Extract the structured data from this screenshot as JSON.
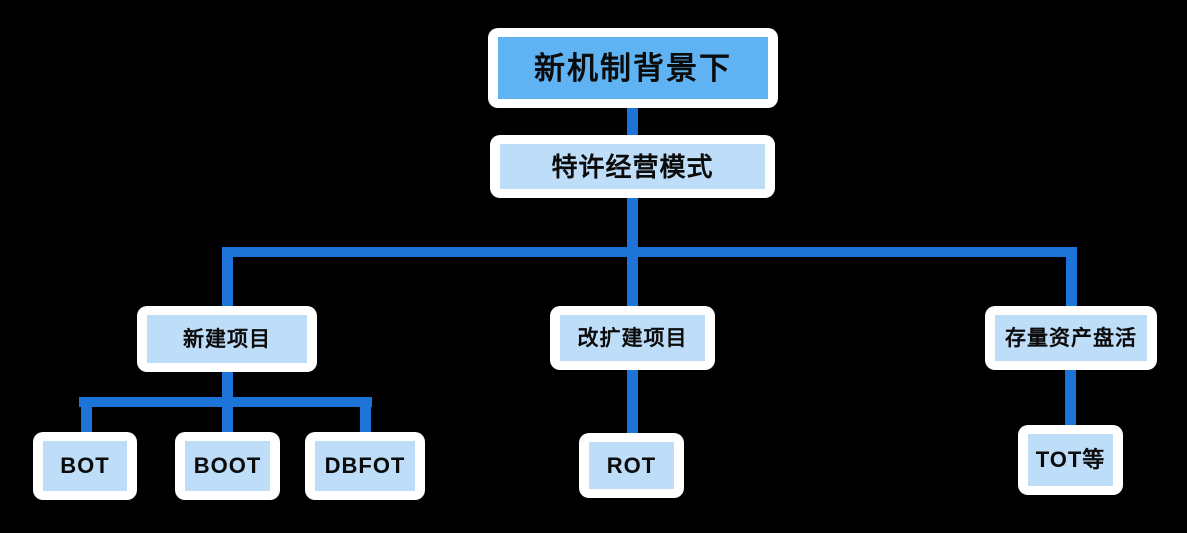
{
  "diagram": {
    "header": {
      "label": "新机制背景下"
    },
    "root": {
      "label": "特许经营模式"
    },
    "branches": [
      {
        "label": "新建项目",
        "children": [
          "BOT",
          "BOOT",
          "DBFOT"
        ]
      },
      {
        "label": "改扩建项目",
        "children": [
          "ROT"
        ]
      },
      {
        "label": "存量资产盘活",
        "children": [
          "TOT等"
        ]
      }
    ],
    "colors": {
      "background": "#000000",
      "header_fill": "#5FB3F3",
      "node_fill": "#BDDDF8",
      "node_border": "#FFFFFF",
      "connector": "#1B74D6",
      "text": "#0B0B0B"
    }
  }
}
